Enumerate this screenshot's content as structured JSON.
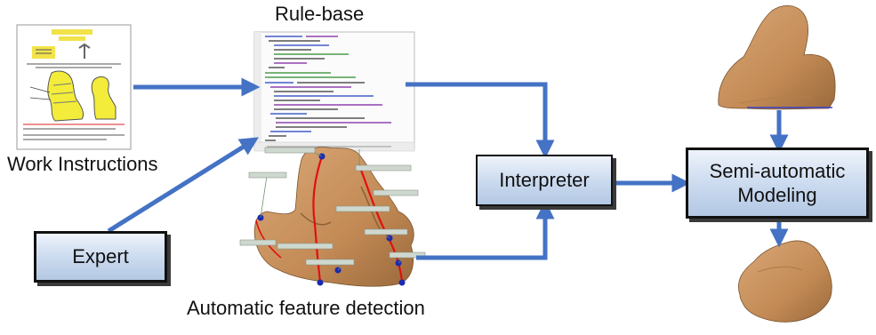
{
  "labels": {
    "rule_base": "Rule-base",
    "work_instructions": "Work Instructions",
    "automatic_feature_detection": "Automatic feature detection"
  },
  "boxes": {
    "expert": "Expert",
    "interpreter": "Interpreter",
    "semi_automatic_modeling_line1": "Semi-automatic",
    "semi_automatic_modeling_line2": "Modeling"
  },
  "colors": {
    "arrow": "#4472c4",
    "model_skin": "#c9935f",
    "feature_curve": "#e01010",
    "landmark": "#1a2bb0",
    "box_border": "#111111"
  }
}
